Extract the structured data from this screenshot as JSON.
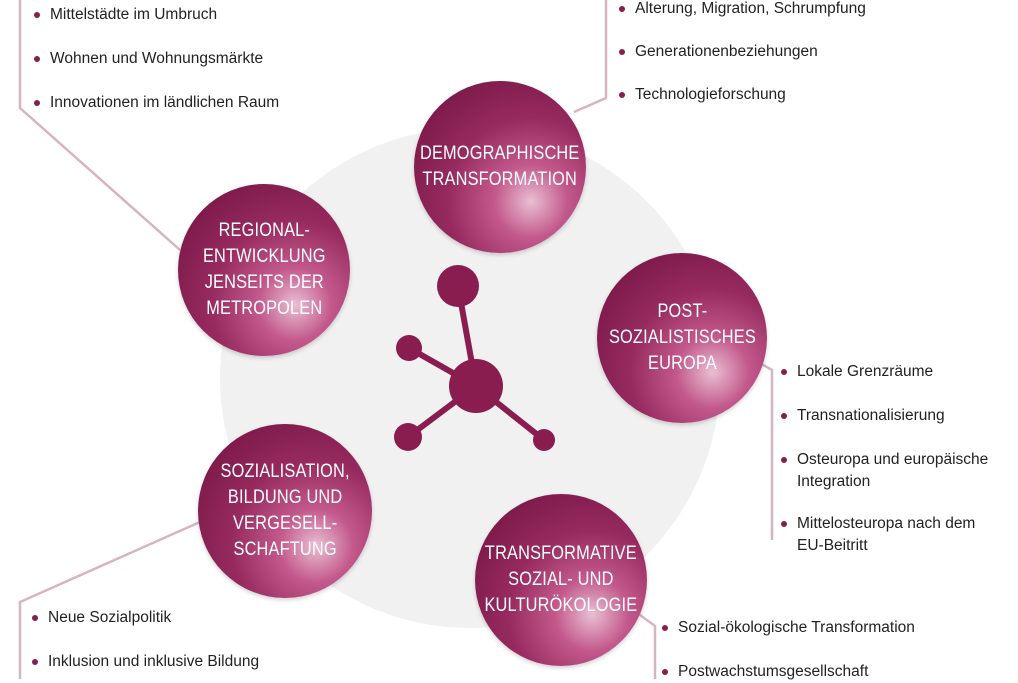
{
  "colors": {
    "accent": "#8a1d4f",
    "connector": "#d6b4c2",
    "halo": "#f1f1f1",
    "text": "#222222",
    "node_text": "#ffffff"
  },
  "center_icon": "network-hub-icon",
  "nodes": [
    {
      "id": "regional",
      "label": "REGIONAL-\nENTWICKLUNG\nJENSEITS DER\nMETROPOLEN"
    },
    {
      "id": "demographic",
      "label": "DEMOGRAPHISCHE\nTRANSFORMATION"
    },
    {
      "id": "postsocialist",
      "label": "POST-\nSOZIALISTISCHES\nEUROPA"
    },
    {
      "id": "socialisation",
      "label": "SOZIALISATION,\nBILDUNG UND\nVERGESELL-\nSCHAFTUNG"
    },
    {
      "id": "socioecology",
      "label": "TRANSFORMATIVE\nSOZIAL- UND\nKULTURÖKOLOGIE"
    }
  ],
  "topics": {
    "regional": [
      "Mittelstädte im Umbruch",
      "Wohnen und Wohnungsmärkte",
      "Innovationen im ländlichen Raum"
    ],
    "demographic": [
      "Alterung, Migration, Schrumpfung",
      "Generationenbeziehungen",
      "Technologieforschung"
    ],
    "postsocialist": [
      "Lokale Grenzräume",
      "Transnationalisierung",
      "Osteuropa und europäische Integration",
      "Mittelosteuropa nach dem EU-Beitritt"
    ],
    "socialisation": [
      "Neue Sozialpolitik",
      "Inklusion und inklusive Bildung"
    ],
    "socioecology": [
      "Sozial-ökologische Transformation",
      "Postwachstumsgesellschaft"
    ]
  }
}
